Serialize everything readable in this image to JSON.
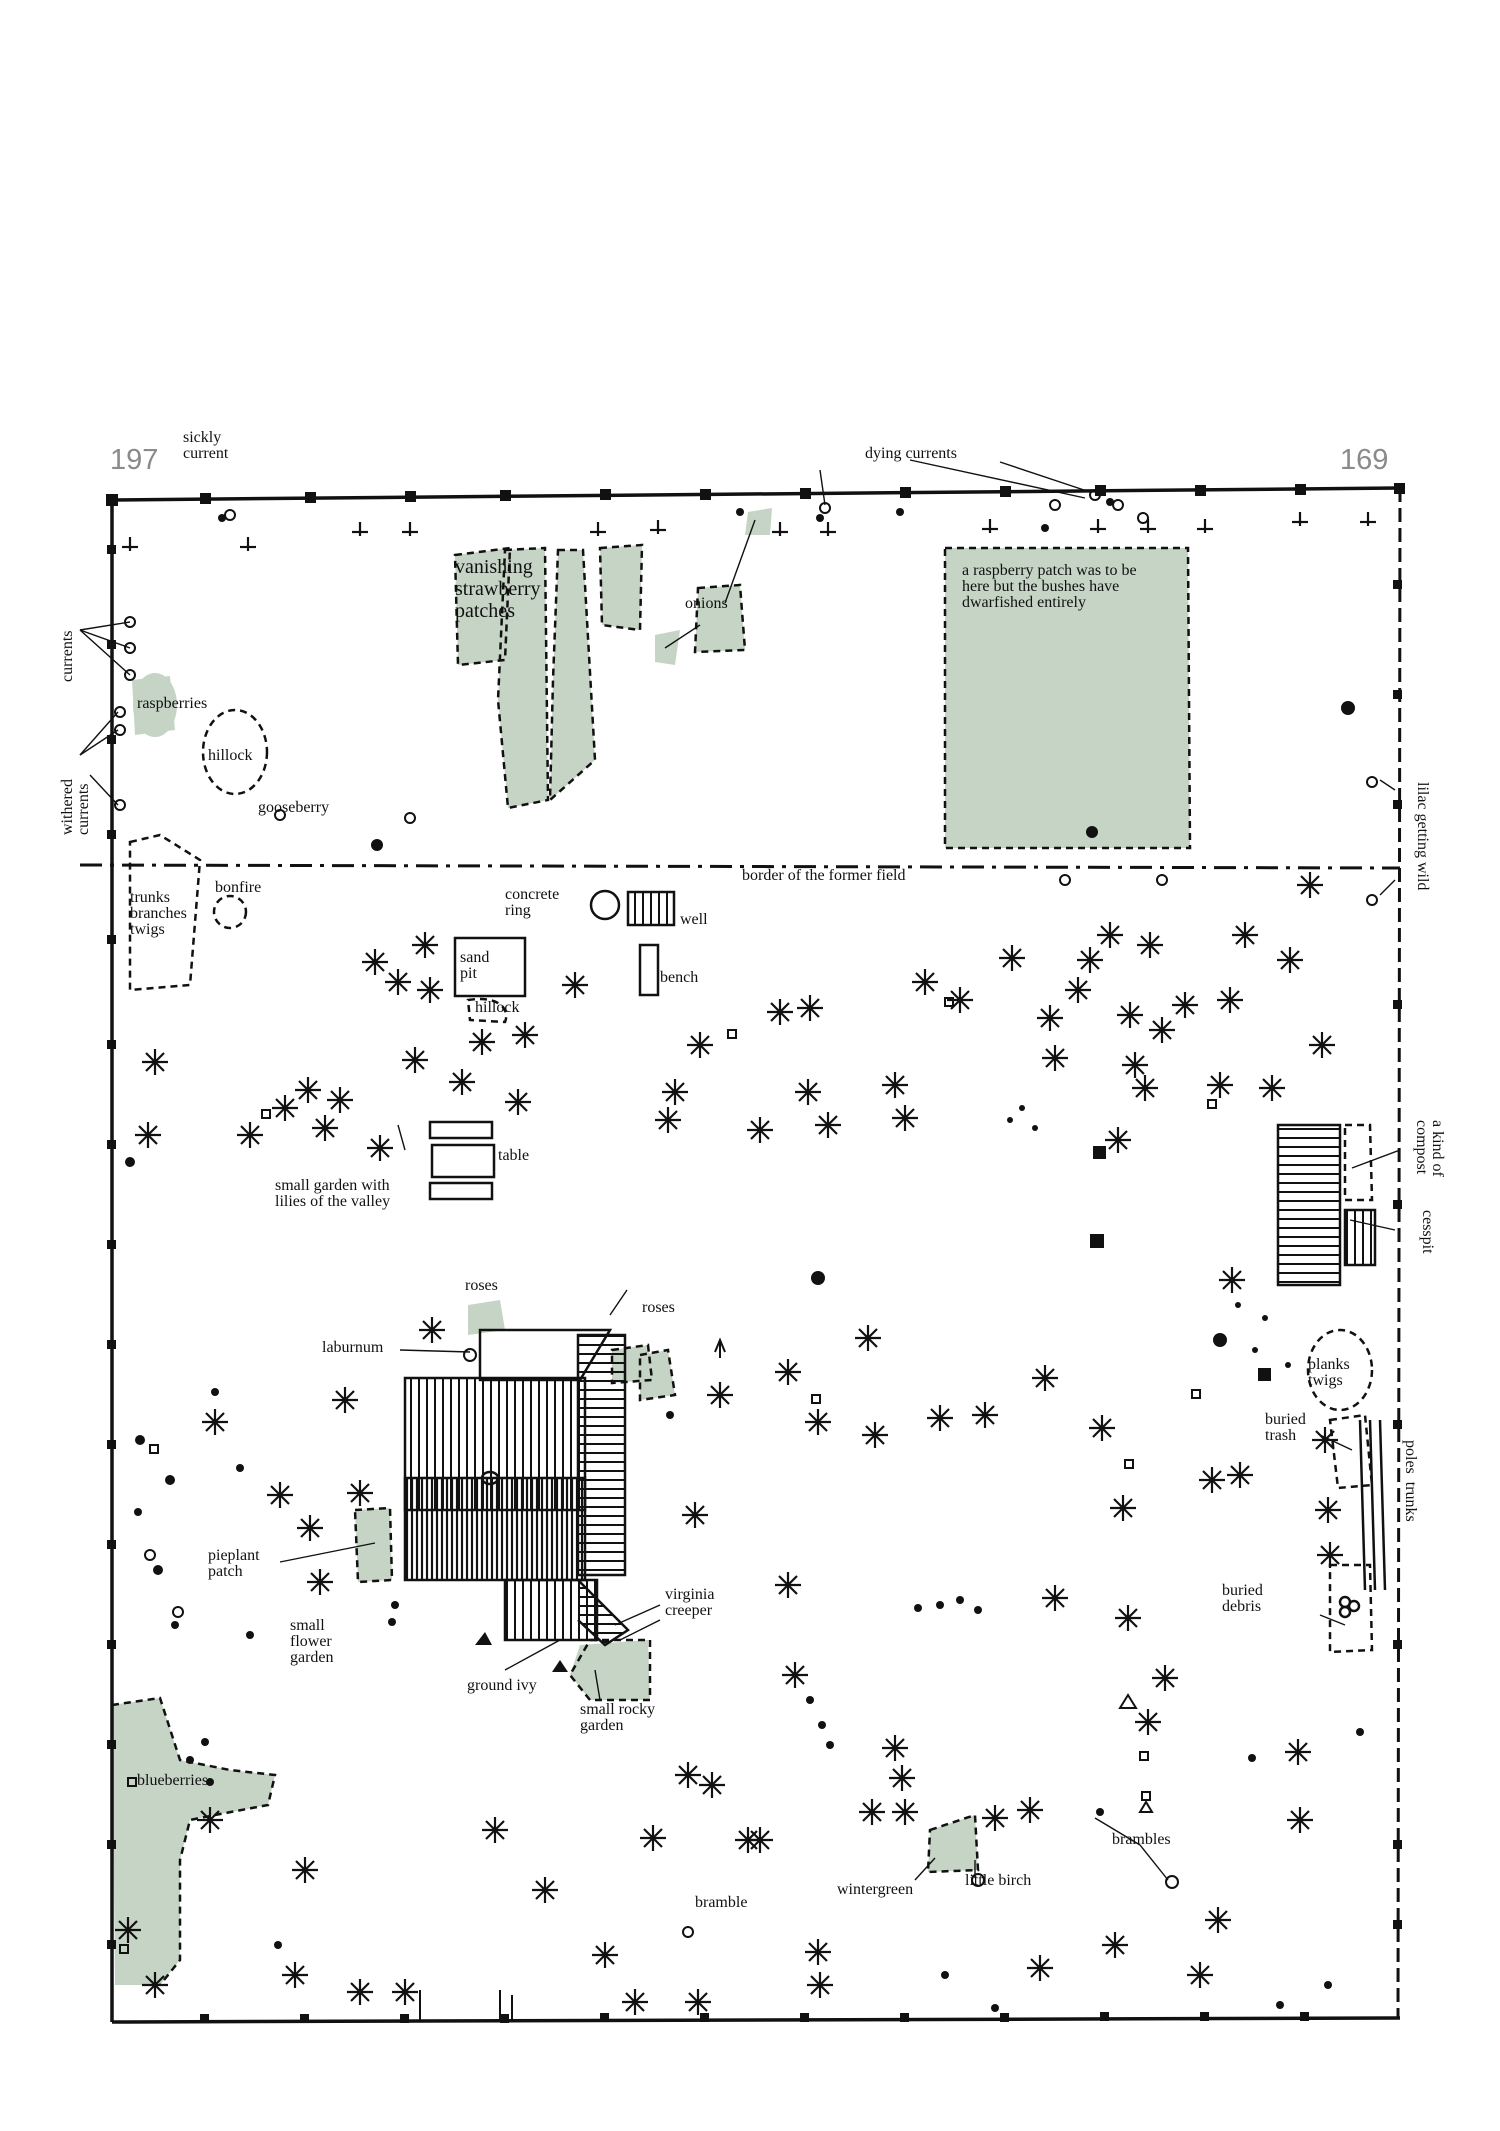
{
  "colors": {
    "green": "#c5d4c5",
    "ink": "#111111",
    "lot_number": "#8a8a8a"
  },
  "lot_numbers": {
    "left": "197",
    "right": "169"
  },
  "labels": {
    "sickly_current": "sickly\ncurrent",
    "dying_currents": "dying currents",
    "currents": "currents",
    "withered_currents": "withered\ncurrents",
    "raspberries": "raspberries",
    "hillock_top": "hillock",
    "gooseberry": "gooseberry",
    "strawberry": "vanishing\nstrawberry\npatches",
    "onions": "onions",
    "raspberry_note": "a raspberry patch was to be\nhere but the bushes have\ndwarfished entirely",
    "lilac": "lilac getting wild",
    "border": "border of the former field",
    "trunks": "trunks\nbranches\ntwigs",
    "bonfire": "bonfire",
    "concrete_ring": "concrete\nring",
    "well": "well",
    "sand_pit": "sand\npit",
    "hillock_mid": "hillock",
    "bench": "bench",
    "table": "table",
    "small_garden": "small garden with\nlilies of the valley",
    "compost": "a kind of\ncompost",
    "cesspit": "cesspit",
    "roses_left": "roses",
    "roses_right": "roses",
    "laburnum": "laburnum",
    "planks": "planks\ntwigs",
    "buried_trash": "buried\ntrash",
    "poles_trunks": "poles  trunks",
    "pieplant": "pieplant\npatch",
    "small_flower": "small\nflower\ngarden",
    "virginia": "virginia\ncreeper",
    "ground_ivy": "ground ivy",
    "rocky_garden": "small rocky\ngarden",
    "buried_debris": "buried\ndebris",
    "blueberries": "blueberries",
    "brambles": "brambles",
    "wintergreen": "wintergreen",
    "little_birch": "little birch",
    "bramble": "bramble"
  }
}
